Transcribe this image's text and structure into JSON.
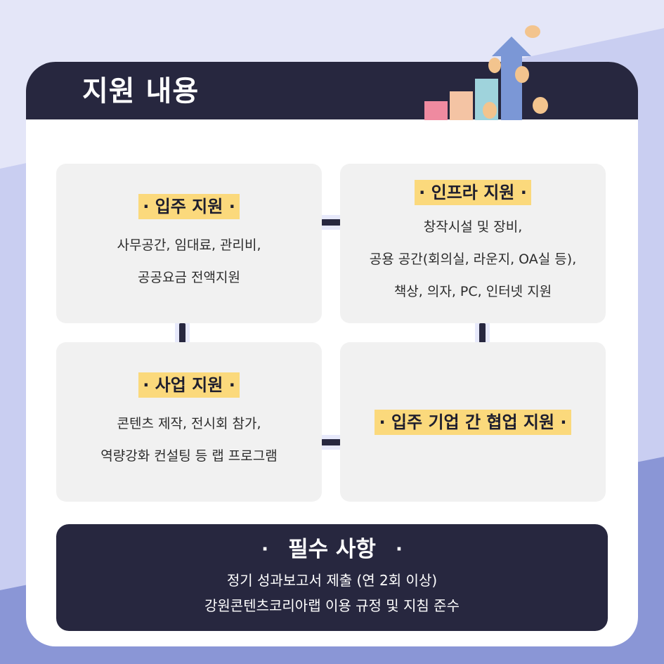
{
  "header": {
    "title": "지원 내용"
  },
  "boxes": [
    {
      "title": "· 입주 지원 ·",
      "lines": [
        "사무공간, 임대료, 관리비,",
        "공공요금 전액지원"
      ]
    },
    {
      "title": "· 인프라 지원 ·",
      "lines": [
        "창작시설 및 장비,",
        "공용 공간(회의실, 라운지, OA실 등),",
        "책상, 의자, PC, 인터넷 지원"
      ]
    },
    {
      "title": "· 사업 지원 ·",
      "lines": [
        "콘텐츠 제작, 전시회 참가,",
        "역량강화 컨설팅 등 랩 프로그램"
      ]
    },
    {
      "title": "· 입주 기업 간 협업 지원 ·",
      "lines": []
    }
  ],
  "requirements": {
    "bullet": "·",
    "title": "필수 사항",
    "lines": [
      "정기 성과보고서 제출 (연 2회 이상)",
      "강원콘텐츠코리아랩 이용 규정 및 지침 준수"
    ]
  },
  "colors": {
    "navy": "#27273f",
    "highlight": "#fbd97c",
    "box_bg": "#f1f1f1",
    "background_light": "#e4e6f8",
    "background_accent": "#8a96d6"
  },
  "icons": [
    "growth-chart-icon",
    "coin-icon",
    "arrow-up-icon"
  ]
}
